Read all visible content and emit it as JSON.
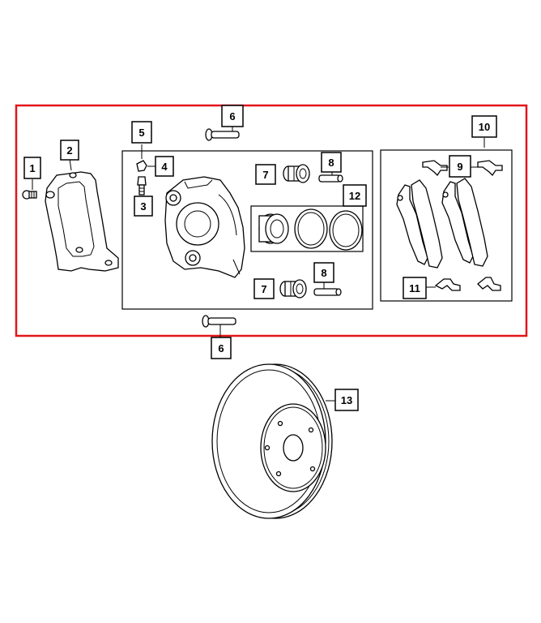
{
  "diagram": {
    "highlight_color": "#e3151a",
    "line_color": "#000000",
    "background": "#ffffff"
  },
  "callouts": {
    "c1": "1",
    "c2": "2",
    "c3": "3",
    "c4": "4",
    "c5": "5",
    "c6_top": "6",
    "c6_bottom": "6",
    "c7_top": "7",
    "c7_bottom": "7",
    "c8_top": "8",
    "c8_bottom": "8",
    "c9": "9",
    "c10": "10",
    "c11": "11",
    "c12": "12",
    "c13": "13"
  }
}
